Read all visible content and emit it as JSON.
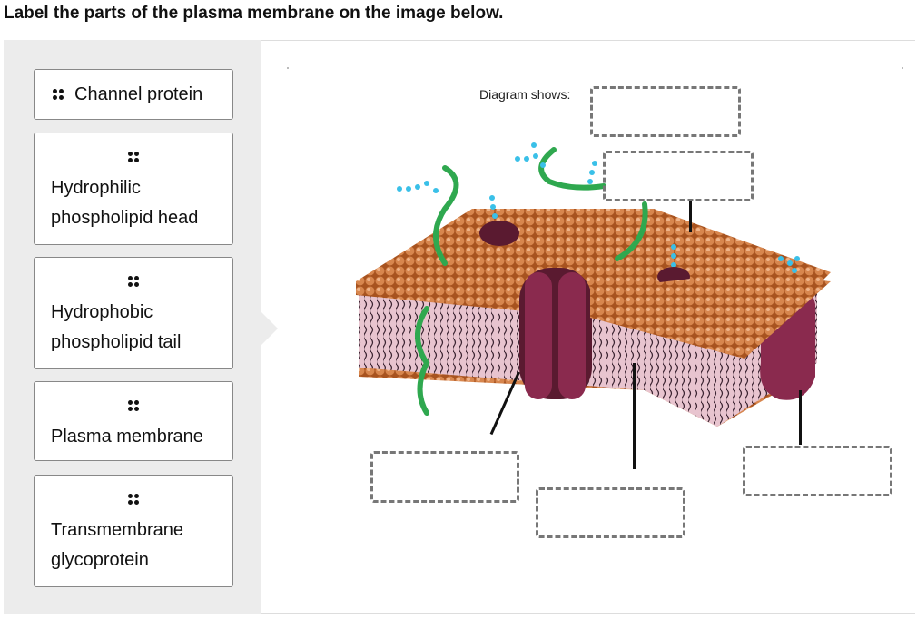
{
  "question": "Label the parts of the plasma membrane on the image below.",
  "diagram_label": "Diagram shows:",
  "answer_bank": [
    {
      "label": "Channel protein"
    },
    {
      "label_lines": [
        "Hydrophilic",
        "phospholipid head"
      ]
    },
    {
      "label_lines": [
        "Hydrophobic",
        "phospholipid tail"
      ]
    },
    {
      "label": "Plasma membrane"
    },
    {
      "label_lines": [
        "Transmembrane",
        "glycoprotein"
      ]
    }
  ],
  "colors": {
    "head": "#c8703a",
    "protein": "#8a2a4e",
    "carbohydrate": "#2fa84f",
    "sugar": "#3ac0e8"
  }
}
